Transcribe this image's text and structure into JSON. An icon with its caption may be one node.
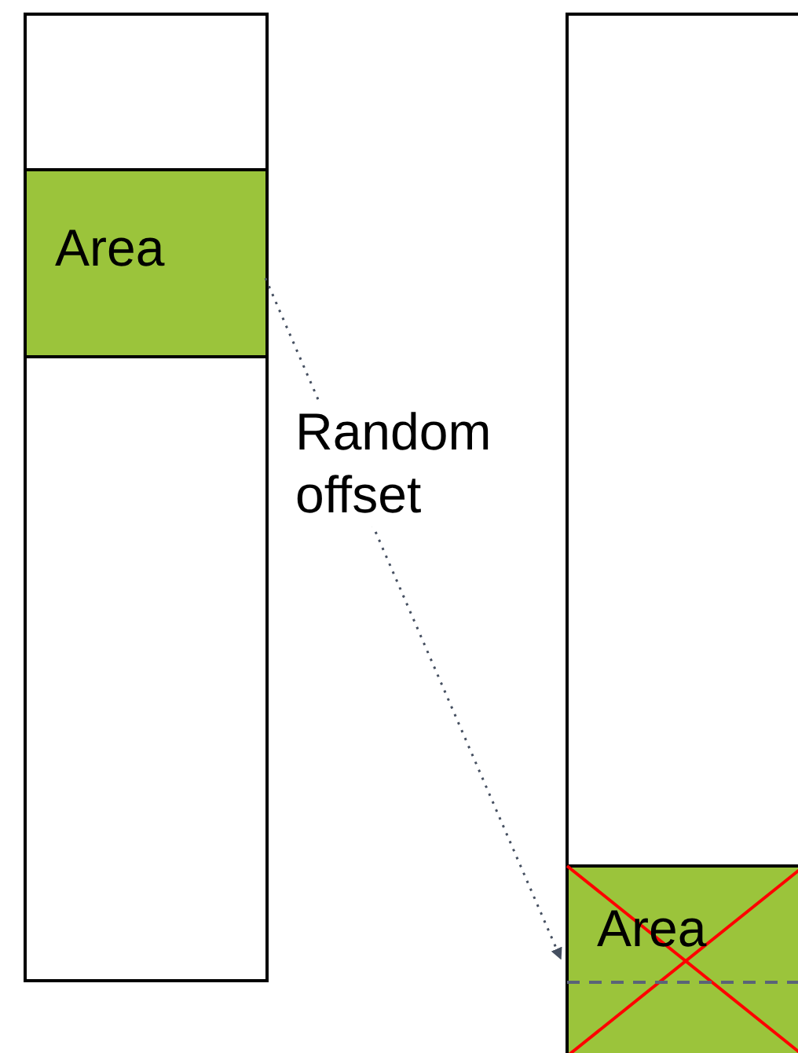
{
  "diagram": {
    "nodes": [
      {
        "text": [],
        "shape": "box"
      },
      {
        "text": [
          "Area"
        ],
        "in": 0
      },
      {
        "text": [],
        "shape": "box"
      },
      {
        "text": [
          "Area"
        ],
        "in": 2
      }
    ],
    "edges": [
      {
        "from": 1,
        "to": 3,
        "arrow": "to",
        "style": "dashed",
        "label": "Random offset"
      }
    ]
  }
}
